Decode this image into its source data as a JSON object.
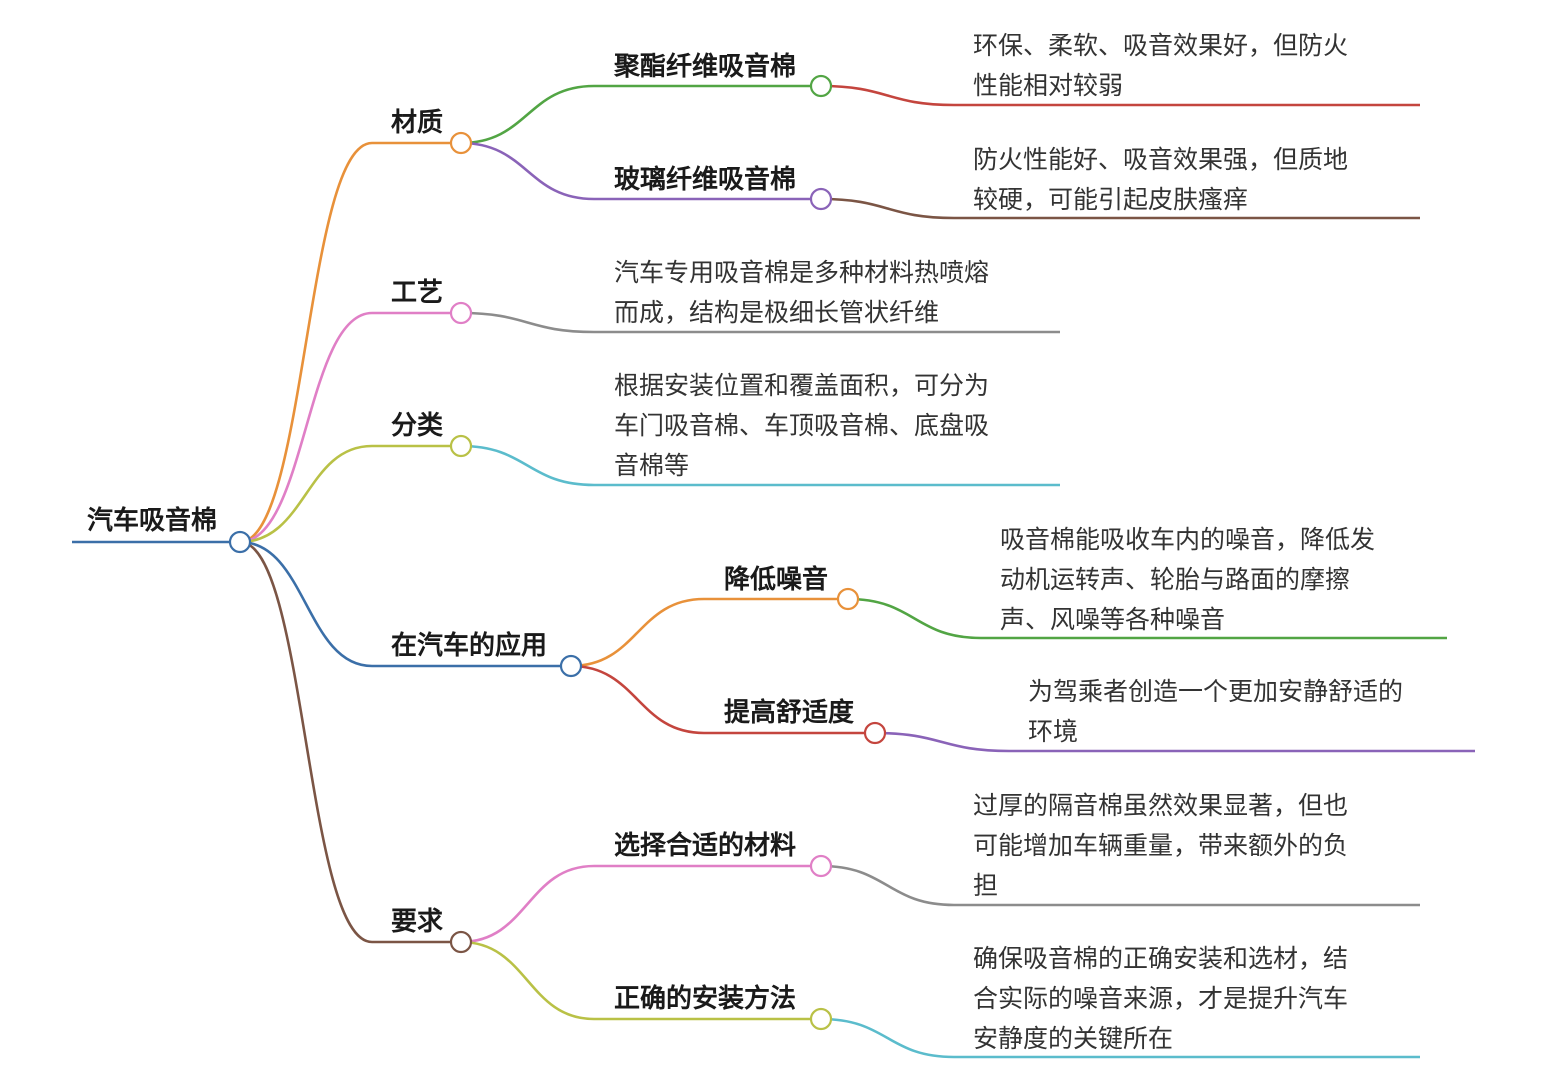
{
  "root": {
    "label": "汽车吸音棉",
    "color": "#3b6fa8"
  },
  "branches": [
    {
      "label": "材质",
      "color": "#e8913a",
      "children": [
        {
          "label": "聚酯纤维吸音棉",
          "color": "#52a544",
          "leaf": {
            "text": "环保、柔软、吸音效果好，但防火\n性能相对较弱",
            "color": "#c4453e"
          }
        },
        {
          "label": "玻璃纤维吸音棉",
          "color": "#8a63b8",
          "leaf": {
            "text": "防火性能好、吸音效果强，但质地\n较硬，可能引起皮肤瘙痒",
            "color": "#7b5545"
          }
        }
      ]
    },
    {
      "label": "工艺",
      "color": "#e07fc6",
      "leaf": {
        "text": "汽车专用吸音棉是多种材料热喷熔\n而成，结构是极细长管状纤维",
        "color": "#8c8c8c"
      }
    },
    {
      "label": "分类",
      "color": "#b9c146",
      "leaf": {
        "text": "根据安装位置和覆盖面积，可分为\n车门吸音棉、车顶吸音棉、底盘吸\n音棉等",
        "color": "#5bbccc"
      }
    },
    {
      "label": "在汽车的应用",
      "color": "#3b6fa8",
      "children": [
        {
          "label": "降低噪音",
          "color": "#e8913a",
          "leaf": {
            "text": "吸音棉能吸收车内的噪音，降低发\n动机运转声、轮胎与路面的摩擦\n声、风噪等各种噪音",
            "color": "#52a544"
          }
        },
        {
          "label": "提高舒适度",
          "color": "#c4453e",
          "leaf": {
            "text": "为驾乘者创造一个更加安静舒适的\n环境",
            "color": "#8a63b8"
          }
        }
      ]
    },
    {
      "label": "要求",
      "color": "#7b5545",
      "children": [
        {
          "label": "选择合适的材料",
          "color": "#e07fc6",
          "leaf": {
            "text": "过厚的隔音棉虽然效果显著，但也\n可能增加车辆重量，带来额外的负\n担",
            "color": "#8c8c8c"
          }
        },
        {
          "label": "正确的安装方法",
          "color": "#b9c146",
          "leaf": {
            "text": "确保吸音棉的正确安装和选材，结\n合实际的噪音来源，才是提升汽车\n安静度的关键所在",
            "color": "#5bbccc"
          }
        }
      ]
    }
  ]
}
